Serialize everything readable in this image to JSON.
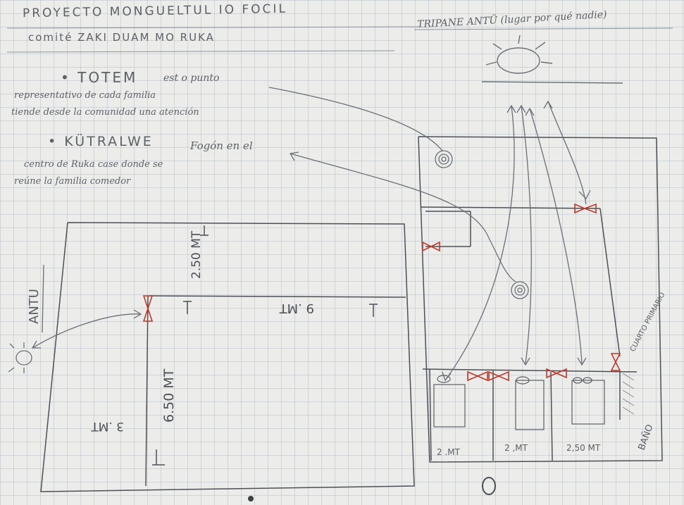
{
  "header": {
    "title": "PROYECTO MONGUELTUL IO FOCIL",
    "subtitle": "comité ZAKI DUAM MO RUKA",
    "top_right_note": "TRIPANE ANTÜ (lugar por qué nadie)"
  },
  "notes": {
    "totem_title": "TOTEM",
    "totem_line1": "est  o punto",
    "totem_line2": "representativo de cada familia",
    "totem_line3": "tiende desde la comunidad una atención",
    "kutralwe_title": "KÜTRALWE",
    "kutralwe_line1": "Fogón  en el",
    "kutralwe_line2": "centro de Ruka  case  donde se",
    "kutralwe_line3": "reúne la familia  comedor"
  },
  "left_plan": {
    "side_label": "ANTU",
    "dim_top": "2.50 MT",
    "dim_long": "9 .MT",
    "dim_vertical": "6.50 MT",
    "dim_left": "3 .MT"
  },
  "right_plan": {
    "side_label": "CUARTO PRIMARIO",
    "bath_label": "BAÑO",
    "room_dims": [
      "2 .MT",
      "2 ,MT",
      "2,50 MT"
    ]
  },
  "colors": {
    "paper": "#ecedeb",
    "grid": "#8c96a5",
    "pencil": "#55595e",
    "door_marks": "#c0392b"
  }
}
